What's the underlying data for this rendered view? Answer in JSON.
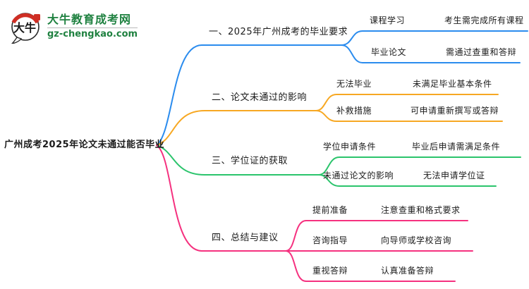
{
  "logo": {
    "icon": "bull-mascot-icon",
    "bull_text": "大牛",
    "title": "大牛教育成考网",
    "subtitle": "gz-chengkao.com",
    "brand_color": "#1f8140",
    "seal_color": "#cf2e24"
  },
  "center": {
    "label": "广州成考2025年论文未通过能否毕业"
  },
  "branches": [
    {
      "label": "一、2025年广州成考的毕业要求",
      "color": "#2b8cee",
      "children": [
        {
          "label": "课程学习",
          "value": "考生需完成所有课程"
        },
        {
          "label": "毕业论文",
          "value": "需通过查重和答辩"
        }
      ]
    },
    {
      "label": "二、论文未通过的影响",
      "color": "#f7a823",
      "children": [
        {
          "label": "无法毕业",
          "value": "未满足毕业基本条件"
        },
        {
          "label": "补救措施",
          "value": "可申请重新撰写或答辩"
        }
      ]
    },
    {
      "label": "三、学位证的获取",
      "color": "#2bc46c",
      "children": [
        {
          "label": "学位申请条件",
          "value": "毕业后申请需满足条件"
        },
        {
          "label": "未通过论文的影响",
          "value": "无法申请学位证"
        }
      ]
    },
    {
      "label": "四、总结与建议",
      "color": "#f5317f",
      "children": [
        {
          "label": "提前准备",
          "value": "注意查重和格式要求"
        },
        {
          "label": "咨询指导",
          "value": "向导师或学校咨询"
        },
        {
          "label": "重视答辩",
          "value": "认真准备答辩"
        }
      ]
    }
  ]
}
